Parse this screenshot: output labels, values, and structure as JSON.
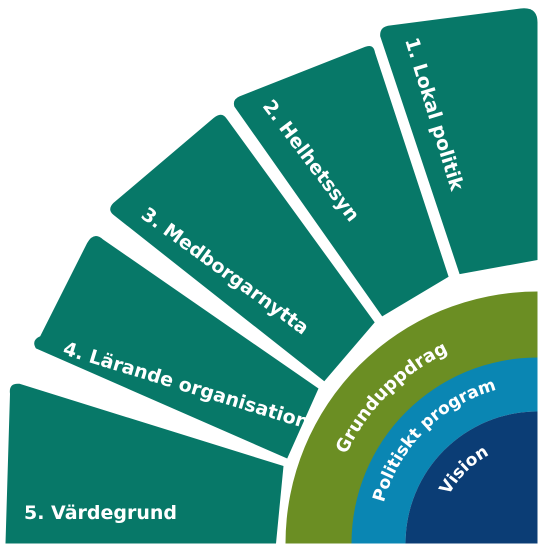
{
  "segments": [
    {
      "label": "1. Lokal politik"
    },
    {
      "label": "2. Helhetssyn"
    },
    {
      "label": "3. Medborgarnytta"
    },
    {
      "label": "4. Lärande organisation"
    },
    {
      "label": "5. Värdegrund"
    }
  ],
  "rings": {
    "grunduppdrag": "Grunduppdrag",
    "politiskt_program": "Politiskt program",
    "vision": "Vision"
  },
  "colors": {
    "segment": "#077868",
    "grunduppdrag": "#6b8e23",
    "politiskt_program": "#0a86b3",
    "vision": "#0b3d75",
    "separator": "#ffffff"
  }
}
